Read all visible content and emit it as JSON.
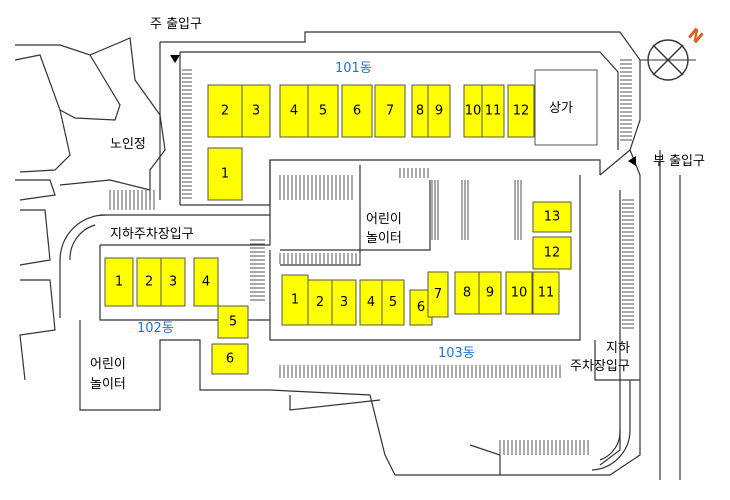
{
  "labels": {
    "main_entrance": "주 출입구",
    "sub_entrance": "부 출입구",
    "senior_center": "노인정",
    "underground_parking_left": "지하주차장입구",
    "underground_parking_right_1": "지하",
    "underground_parking_right_2": "주차장입구",
    "playground_center_1": "어린이",
    "playground_center_2": "놀이터",
    "playground_left_1": "어린이",
    "playground_left_2": "놀이터",
    "commercial": "상가",
    "dong_101": "101동",
    "dong_102": "102동",
    "dong_103": "103동",
    "compass_letter": "N"
  },
  "lines": {
    "line_101": [
      "2",
      "3",
      "4",
      "5",
      "6",
      "7",
      "8",
      "9",
      "10",
      "11",
      "12"
    ],
    "line_101_extra": "1",
    "line_102": [
      "1",
      "2",
      "3",
      "4",
      "5",
      "6"
    ],
    "line_103": [
      "1",
      "2",
      "3",
      "4",
      "5",
      "6",
      "7",
      "8",
      "9",
      "10",
      "11",
      "12",
      "13"
    ]
  },
  "colors": {
    "building_fill": "#ffff00",
    "dong_label": "#1e73d8",
    "compass_accent": "#e05a1a"
  }
}
